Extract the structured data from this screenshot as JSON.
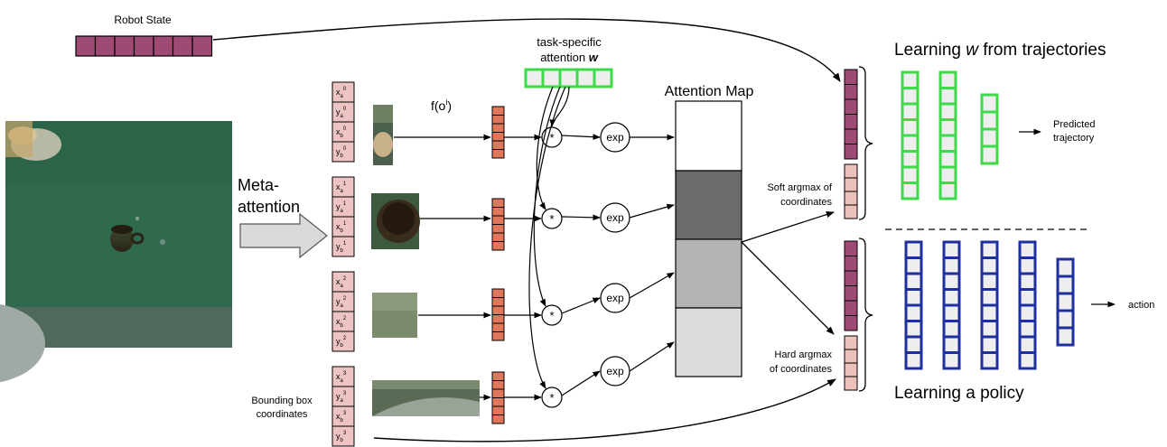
{
  "labels": {
    "robot_state": "Robot State",
    "meta_attention_1": "Meta-",
    "meta_attention_2": "attention",
    "bbox_1": "Bounding box",
    "bbox_2": "coordinates",
    "feature_fn": "f(o",
    "feature_fn_sup": "i",
    "feature_fn_end": ")",
    "task_attention_1": "task-specific",
    "task_attention_2": "attention ",
    "task_attention_w": "w",
    "attention_map": "Attention Map",
    "multiply": "*",
    "exp": "exp",
    "soft_argmax_1": "Soft argmax of",
    "soft_argmax_2": "coordinates",
    "hard_argmax_1": "Hard argmax",
    "hard_argmax_2": "of coordinates",
    "learning_w_pre": "Learning ",
    "learning_w_var": "w",
    "learning_w_post": " from trajectories",
    "predicted_1": "Predicted",
    "predicted_2": "trajectory",
    "learning_policy": "Learning a policy",
    "action": "action"
  },
  "boxes": [
    {
      "x": "x",
      "ya": "y",
      "xb": "x",
      "yb": "y",
      "index": "0"
    },
    {
      "x": "x",
      "ya": "y",
      "xb": "x",
      "yb": "y",
      "index": "1"
    },
    {
      "x": "x",
      "ya": "y",
      "xb": "x",
      "yb": "y",
      "index": "2"
    },
    {
      "x": "x",
      "ya": "y",
      "xb": "x",
      "yb": "y",
      "index": "3"
    }
  ],
  "attention_map_shades": [
    "#ffffff",
    "#6b6b6b",
    "#b3b3b3",
    "#dcdcdc"
  ],
  "colors": {
    "robot_state": "#9e4a74",
    "bbox_cell": "#eec3c3",
    "feature": "#e0765a",
    "task_attention": "#3ddb4a",
    "policy": "#1f2f9e",
    "soft_coord": "#ecc0bb",
    "cell_fill": "#eeeeee"
  }
}
